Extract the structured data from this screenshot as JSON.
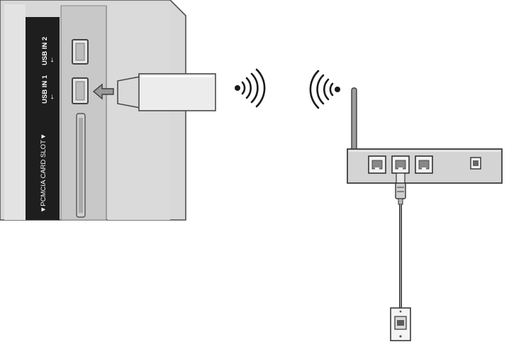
{
  "panel": {
    "usb1_label": "USB IN 1",
    "usb2_label": "USB IN 2",
    "card_slot_label": "▼PCMCIA CARD SLOT▼",
    "usb_symbol": "⭠"
  },
  "colors": {
    "panel_light": "#dcdcdc",
    "panel_mid": "#c9c9c9",
    "panel_dark": "#1e1e1e",
    "line": "#5a5a5a",
    "router_body": "#d6d6d6",
    "cable": "#6e6e6e",
    "text_on_dark": "#ffffff"
  },
  "icons": {
    "signal_left": "wifi-waves-icon",
    "signal_right": "wifi-waves-icon",
    "insert_arrow": "arrow-left-icon",
    "wall_jack": "wall-outlet-icon"
  }
}
